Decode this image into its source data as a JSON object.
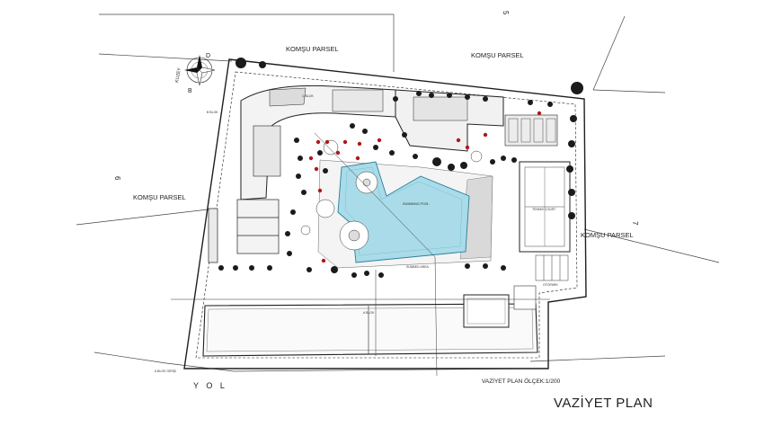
{
  "neighbor_parcels": {
    "label": "KOMŞU PARSEL",
    "parcel_numbers": [
      "5",
      "6",
      "7"
    ]
  },
  "compass": {
    "north_label": "KUZEY",
    "letters": [
      "D",
      "B"
    ]
  },
  "road": {
    "label": "Y O L"
  },
  "blocks": {
    "a_block": "A BLOK",
    "b_block": "B BLOK",
    "c_block": "C BLOK"
  },
  "facilities": {
    "pool": "SWIMMING POOL",
    "tennis": "TENNIS COURT",
    "sunbed": "SUNBED AREA",
    "parking": "OTOPARK",
    "entrance": "A BLOK GİRİŞİ"
  },
  "scale_caption": "VAZİYET PLAN ÖLÇEK:1/200",
  "drawing_title": "VAZİYET PLAN",
  "colors": {
    "pool": "#a9dbe8",
    "tree_dark": "#1b1b1b",
    "flower_red": "#b01818",
    "line": "#222222"
  }
}
